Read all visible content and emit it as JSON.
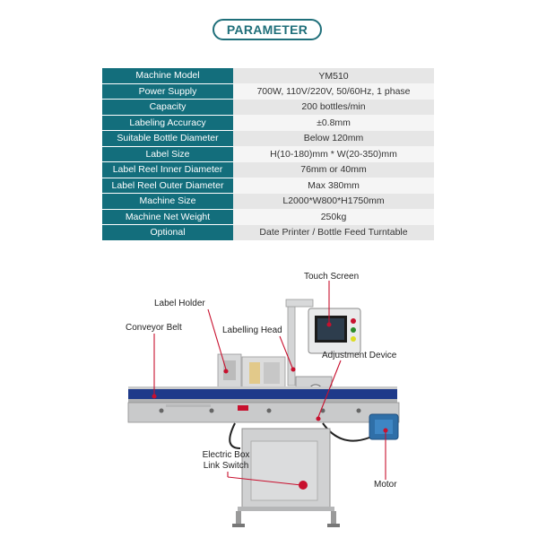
{
  "header": {
    "title": "PARAMETER"
  },
  "specs": [
    {
      "key": "Machine Model",
      "value": "YM510"
    },
    {
      "key": "Power Supply",
      "value": "700W, 110V/220V, 50/60Hz, 1 phase"
    },
    {
      "key": "Capacity",
      "value": "200 bottles/min"
    },
    {
      "key": "Labeling Accuracy",
      "value": "±0.8mm"
    },
    {
      "key": "Suitable Bottle Diameter",
      "value": "Below 120mm"
    },
    {
      "key": "Label Size",
      "value": "H(10-180)mm * W(20-350)mm"
    },
    {
      "key": "Label Reel Inner Diameter",
      "value": "76mm or 40mm"
    },
    {
      "key": "Label Reel Outer Diameter",
      "value": "Max 380mm"
    },
    {
      "key": "Machine Size",
      "value": "L2000*W800*H1750mm"
    },
    {
      "key": "Machine Net Weight",
      "value": "250kg"
    },
    {
      "key": "Optional",
      "value": "Date Printer / Bottle Feed Turntable"
    }
  ],
  "callouts": {
    "touch_screen": "Touch Screen",
    "label_holder": "Label Holder",
    "conveyor_belt": "Conveyor Belt",
    "labelling_head": "Labelling Head",
    "adjustment_device": "Adjustment Device",
    "electric_box_line1": "Electric Box",
    "electric_box_line2": "Link Switch",
    "motor": "Motor"
  },
  "colors": {
    "accent": "#136e7c",
    "callout_line": "#c8102e",
    "frame": "#c9cacb",
    "belt": "#1f3a8a"
  }
}
